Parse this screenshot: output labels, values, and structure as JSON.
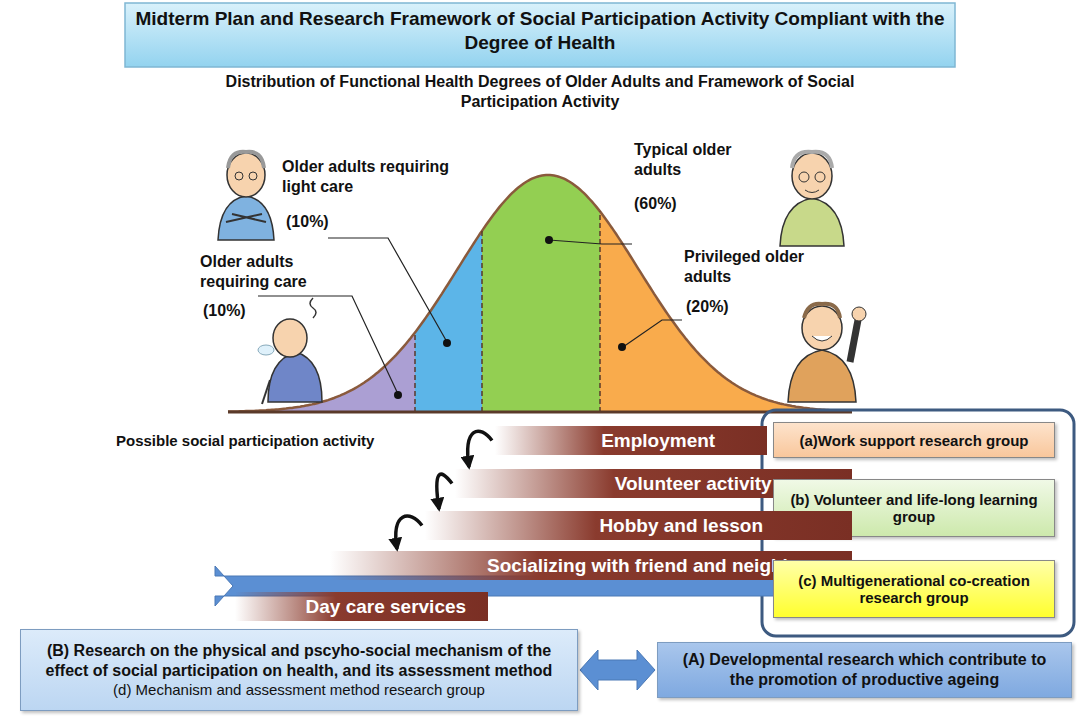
{
  "diagram": {
    "title": "Midterm Plan and Research Framework of Social Participation Activity Compliant with the Degree of Health",
    "nodes": [
      {
        "text": [
          "Employment"
        ]
      },
      {
        "text": [
          "(a)Work support research group"
        ]
      },
      {
        "text": [
          "Volunteer activity"
        ]
      },
      {
        "text": [
          "(b) Volunteer and life-long learning group"
        ]
      },
      {
        "text": [
          "Hobby and lesson"
        ]
      },
      {
        "text": [
          "Socializing with friend and neighbor"
        ]
      },
      {
        "text": [
          "(c) Multigenerational co-creation research group"
        ]
      },
      {
        "text": [
          "Day care services"
        ]
      },
      {
        "text": [
          "(B) Research on the physical and pscyho-social mechanism of the effect of social participation on health, and its assessment method",
          "(d) Mechanism and assessment method research group"
        ]
      },
      {
        "text": [
          "(A) Developmental research which contribute to the promotion of productive ageing"
        ]
      }
    ],
    "edges": [
      {
        "from": 0,
        "to": 2,
        "arrow": "to"
      },
      {
        "from": 2,
        "to": 4,
        "arrow": "to"
      },
      {
        "from": 4,
        "to": 5,
        "arrow": "to"
      },
      {
        "from": 5,
        "to": 7,
        "arrow": "to"
      },
      {
        "from": 8,
        "to": 9,
        "arrow": "both"
      }
    ],
    "labels": [
      "Distribution of Functional Health Degrees of Older Adults and Framework of Social Participation Activity",
      "Older adults requiring light care",
      "(10%)",
      "Typical older adults",
      "(60%)",
      "Older adults requiring care",
      "(10%)",
      "Privileged older adults",
      "(20%)",
      "Possible social participation activity"
    ]
  }
}
